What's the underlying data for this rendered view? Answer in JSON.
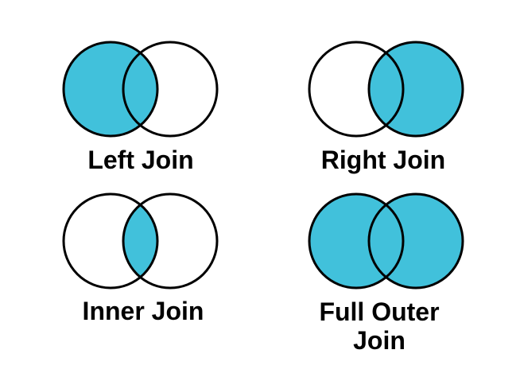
{
  "page": {
    "background": "#ffffff",
    "description": "Four Venn diagrams illustrating SQL join types"
  },
  "colors": {
    "fill": "#41C1DB",
    "stroke": "#000000",
    "label": "#000000"
  },
  "diagrams": [
    {
      "name": "left-join",
      "label": "Left Join",
      "shaded_region": "left circle (including overlap)"
    },
    {
      "name": "right-join",
      "label": "Right Join",
      "shaded_region": "right circle (including overlap)"
    },
    {
      "name": "inner-join",
      "label": "Inner Join",
      "shaded_region": "overlap only"
    },
    {
      "name": "full-outer-join",
      "label": "Full Outer Join",
      "label_line1": "Full Outer",
      "label_line2": "Join",
      "shaded_region": "both circles"
    }
  ]
}
